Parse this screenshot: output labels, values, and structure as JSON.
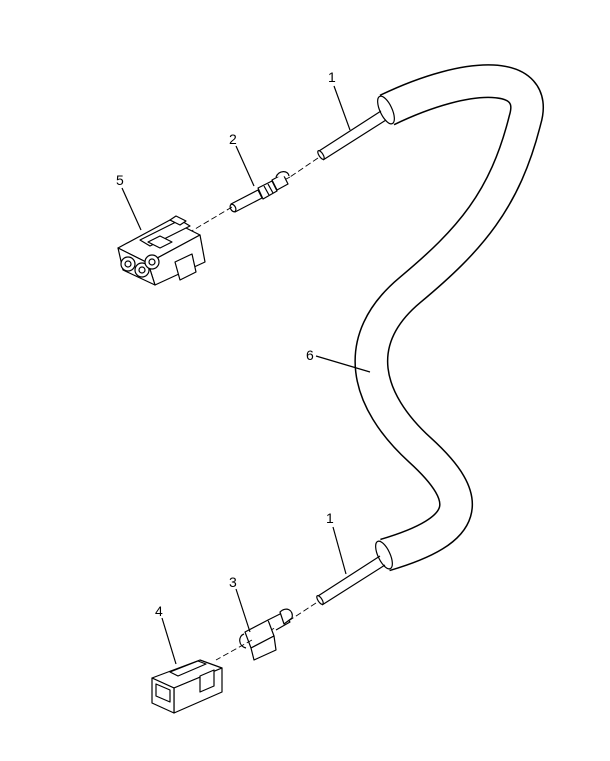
{
  "callouts": {
    "wire_top": "1",
    "terminal_pin": "2",
    "terminal_socket": "3",
    "connector_plug": "4",
    "connector_housing": "5",
    "sleeving": "6",
    "wire_bottom": "1"
  }
}
